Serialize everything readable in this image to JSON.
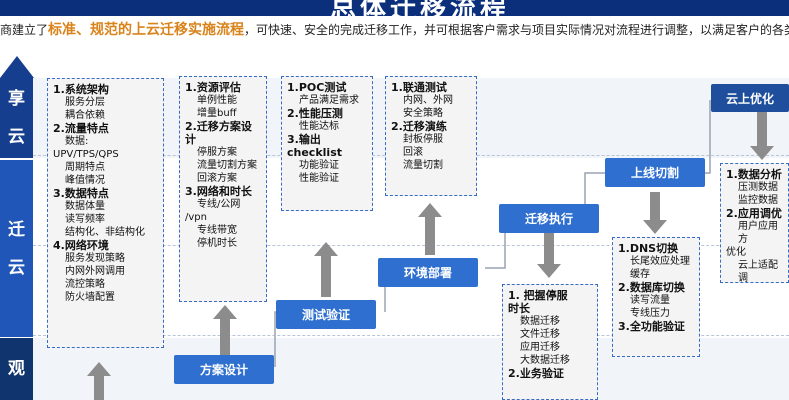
{
  "title": "总体迁移流程",
  "subtitle": {
    "pre": "商建立了",
    "highlight": "标准、规范的上云迁移实施流程",
    "post": "，可快速、安全的完成迁移工作，并可根据客户需求与项目实际情况对流程进行调整，以满足客户的各类迁移需"
  },
  "sidebar": {
    "top": [
      "享",
      "云"
    ],
    "mid": [
      "迁",
      "云"
    ],
    "bot": [
      "观"
    ]
  },
  "stages": {
    "plan": "方案设计",
    "test": "测试验证",
    "deploy": "环境部署",
    "migrate": "迁移执行",
    "cutover": "上线切割",
    "optimize": "云上优化"
  },
  "boxes": {
    "box1": {
      "lines": [
        {
          "t": "1.系统架构",
          "k": "h"
        },
        {
          "t": "服务分层",
          "k": "s"
        },
        {
          "t": "耦合依赖",
          "k": "s"
        },
        {
          "t": "2.流量特点",
          "k": "h"
        },
        {
          "t": "数据:",
          "k": "s"
        },
        {
          "t": "UPV/TPS/QPS",
          "k": ""
        },
        {
          "t": "周期特点",
          "k": "s"
        },
        {
          "t": "峰值情况",
          "k": "s"
        },
        {
          "t": "3.数据特点",
          "k": "h"
        },
        {
          "t": "数据体量",
          "k": "s"
        },
        {
          "t": "读写频率",
          "k": "s"
        },
        {
          "t": "结构化、非结构化",
          "k": "s"
        },
        {
          "t": "4.网络环境",
          "k": "h"
        },
        {
          "t": "服务发现策略",
          "k": "s"
        },
        {
          "t": "内网外网调用",
          "k": "s"
        },
        {
          "t": "流控策略",
          "k": "s"
        },
        {
          "t": "防火墙配置",
          "k": "s"
        }
      ]
    },
    "box2": {
      "lines": [
        {
          "t": "1.资源评估",
          "k": "h"
        },
        {
          "t": "单例性能",
          "k": "s"
        },
        {
          "t": "增量buff",
          "k": "s"
        },
        {
          "t": "2.迁移方案设",
          "k": "h"
        },
        {
          "t": "计",
          "k": "h"
        },
        {
          "t": "停服方案",
          "k": "s"
        },
        {
          "t": "流量切割方案",
          "k": "s"
        },
        {
          "t": "回滚方案",
          "k": "s"
        },
        {
          "t": "3.网络和时长",
          "k": "h"
        },
        {
          "t": "专线/公网",
          "k": "s"
        },
        {
          "t": "/vpn",
          "k": ""
        },
        {
          "t": "专线带宽",
          "k": "s"
        },
        {
          "t": "停机时长",
          "k": "s"
        }
      ]
    },
    "box3": {
      "lines": [
        {
          "t": "1.POC测试",
          "k": "h"
        },
        {
          "t": "产品满足需求",
          "k": "s"
        },
        {
          "t": "2.性能压测",
          "k": "h"
        },
        {
          "t": "性能达标",
          "k": "s"
        },
        {
          "t": "3.输出",
          "k": "h"
        },
        {
          "t": "checklist",
          "k": "h"
        },
        {
          "t": "功能验证",
          "k": "s"
        },
        {
          "t": "性能验证",
          "k": "s"
        }
      ]
    },
    "box4": {
      "lines": [
        {
          "t": "1.联通测试",
          "k": "h"
        },
        {
          "t": "内网、外网",
          "k": "s"
        },
        {
          "t": "安全策略",
          "k": "s"
        },
        {
          "t": "2.迁移演练",
          "k": "h"
        },
        {
          "t": "封板停服",
          "k": "s"
        },
        {
          "t": "回滚",
          "k": "s"
        },
        {
          "t": "流量切割",
          "k": "s"
        }
      ]
    },
    "box5": {
      "lines": [
        {
          "t": "1. 把握停服",
          "k": "h"
        },
        {
          "t": "时长",
          "k": "h"
        },
        {
          "t": "数据迁移",
          "k": "s"
        },
        {
          "t": "文件迁移",
          "k": "s"
        },
        {
          "t": "应用迁移",
          "k": "s"
        },
        {
          "t": "大数据迁移",
          "k": "s"
        },
        {
          "t": "2.业务验证",
          "k": "h"
        }
      ]
    },
    "box6": {
      "lines": [
        {
          "t": "1.DNS切换",
          "k": "h"
        },
        {
          "t": "长尾效应处理",
          "k": "s"
        },
        {
          "t": "缓存",
          "k": "s"
        },
        {
          "t": "2.数据库切换",
          "k": "h"
        },
        {
          "t": "读写流量",
          "k": "s"
        },
        {
          "t": "专线压力",
          "k": "s"
        },
        {
          "t": "3.全功能验证",
          "k": "h"
        }
      ]
    },
    "box7": {
      "lines": [
        {
          "t": "1.数据分析",
          "k": "h"
        },
        {
          "t": "压测数据",
          "k": "s"
        },
        {
          "t": "监控数据",
          "k": "s"
        },
        {
          "t": "2.应用调优",
          "k": "h"
        },
        {
          "t": "用户应用方",
          "k": "s"
        },
        {
          "t": "优化",
          "k": ""
        },
        {
          "t": "云上适配调",
          "k": "s"
        }
      ]
    }
  }
}
